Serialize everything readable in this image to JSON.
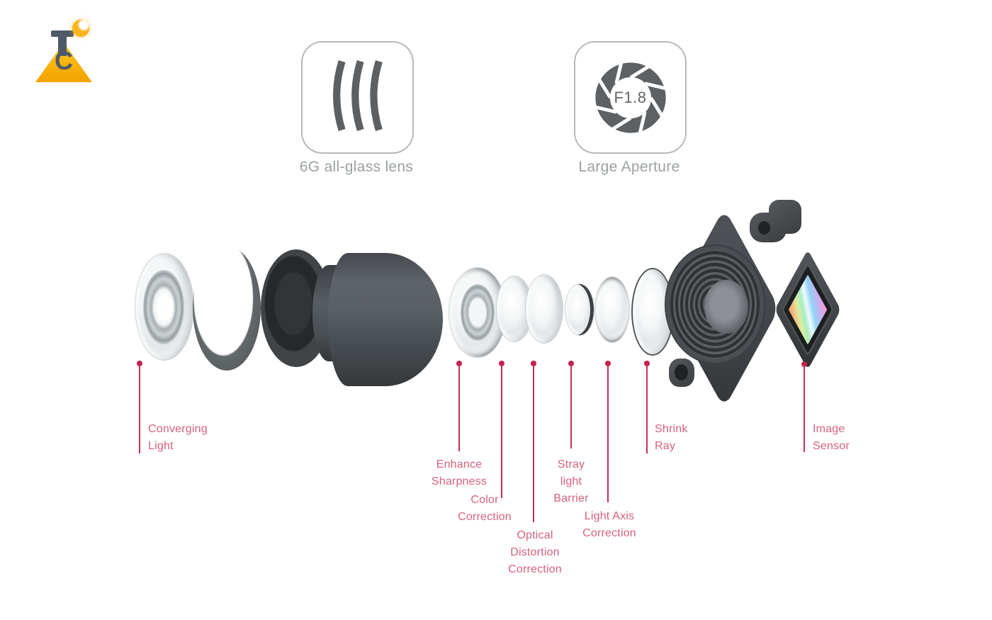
{
  "brand": {
    "logo_letter_top": "T",
    "logo_letter_bottom": "C"
  },
  "features": [
    {
      "icon": "triple-lens-icon",
      "label": "6G all-glass lens"
    },
    {
      "icon": "aperture-icon",
      "label": "Large Aperture",
      "badge": "F1.8"
    }
  ],
  "colors": {
    "background": "#ffffff",
    "accent_label_text": "#d4617c",
    "accent_line": "#c43057",
    "accent_dot": "#c81e4e",
    "feature_label_text": "#9aa0a3",
    "icon_stroke": "#5c6063",
    "logo_yellow": "#f6ae06",
    "logo_slate": "#4e5b66"
  },
  "diagram": {
    "components": [
      "front-lens",
      "retaining-ring",
      "barrel-ring",
      "barrel-neck",
      "lens-barrel",
      "aspheric-element",
      "lens-element-1",
      "lens-element-2",
      "light-barrier-disc",
      "lens-element-3",
      "rear-element",
      "lens-mount",
      "image-sensor"
    ],
    "markers": [
      {
        "id": "converging-light",
        "lines": [
          "Converging",
          "Light"
        ]
      },
      {
        "id": "enhance-sharpness",
        "lines": [
          "Enhance",
          "Sharpness"
        ]
      },
      {
        "id": "color-correction",
        "lines": [
          "Color",
          "Correction"
        ]
      },
      {
        "id": "optical-distortion-correction",
        "lines": [
          "Optical",
          "Distortion",
          "Correction"
        ]
      },
      {
        "id": "stray-light-barrier",
        "lines": [
          "Stray",
          "light",
          "Barrier"
        ]
      },
      {
        "id": "light-axis-correction",
        "lines": [
          "Light Axis",
          "Correction"
        ]
      },
      {
        "id": "shrink-ray",
        "lines": [
          "Shrink",
          "Ray"
        ]
      },
      {
        "id": "image-sensor",
        "lines": [
          "Image",
          "Sensor"
        ]
      }
    ]
  }
}
